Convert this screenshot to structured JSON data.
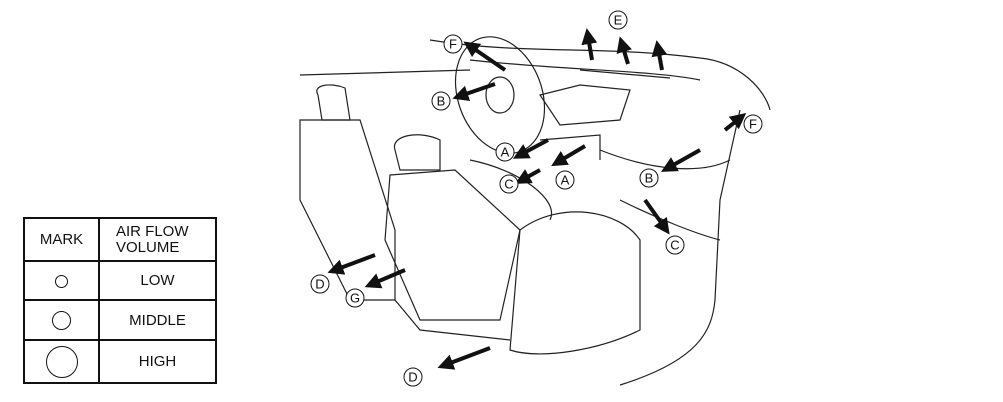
{
  "legend": {
    "headers": [
      "MARK",
      "AIR FLOW\nVOLUME"
    ],
    "header_line1": "AIR FLOW",
    "header_line2": "VOLUME",
    "rows": [
      {
        "mark": "small-circle",
        "volume": "LOW"
      },
      {
        "mark": "medium-circle",
        "volume": "MIDDLE"
      },
      {
        "mark": "large-circle",
        "volume": "HIGH"
      }
    ]
  },
  "outlets": [
    "F",
    "E",
    "B",
    "A",
    "A",
    "C",
    "B",
    "F",
    "C",
    "D",
    "G",
    "D"
  ]
}
